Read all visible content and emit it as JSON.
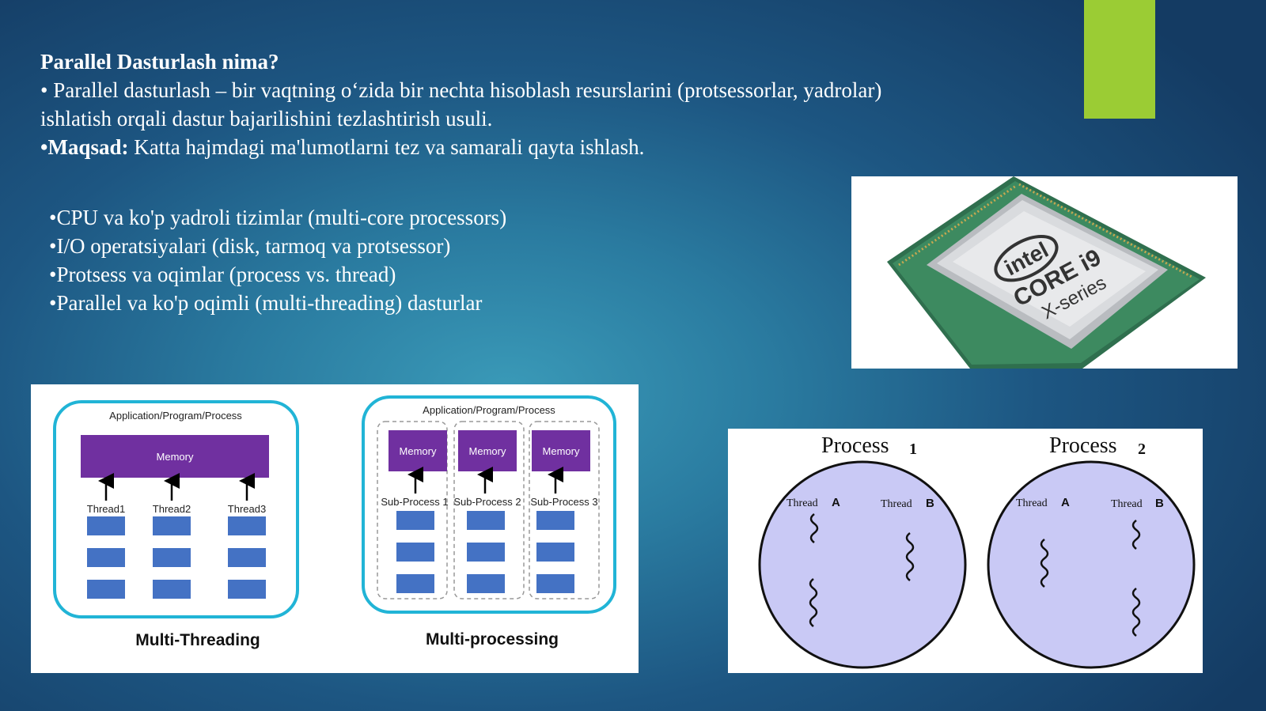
{
  "heading": "Parallel Dasturlash nima?",
  "definition": "• Parallel dasturlash – bir vaqtning o‘zida bir nechta hisoblash resurslarini (protsessorlar, yadrolar) ishlatish orqali dastur bajarilishini tezlashtirish usuli.",
  "goal": {
    "label": "•Maqsad:",
    "text": " Katta hajmdagi ma'lumotlarni tez va samarali qayta ishlash."
  },
  "topics": [
    "•CPU va ko'p yadroli tizimlar (multi-core processors)",
    "•I/O operatsiyalari (disk, tarmoq va protsessor)",
    "•Protsess va oqimlar (process vs. thread)",
    "•Parallel va ko'p oqimli (multi-threading) dasturlar"
  ],
  "cpu_image": {
    "brand": "intel",
    "model": "CORE i9",
    "series": "X-series"
  },
  "threading_diagram": {
    "box_title": "Application/Program/Process",
    "memory": "Memory",
    "threads": [
      "Thread1",
      "Thread2",
      "Thread3"
    ],
    "caption": "Multi-Threading"
  },
  "processing_diagram": {
    "box_title": "Application/Program/Process",
    "memory": "Memory",
    "subprocesses": [
      "Sub-Process 1",
      "Sub-Process 2",
      "Sub-Process 3"
    ],
    "caption": "Multi-processing"
  },
  "process_diagram": {
    "processes": [
      {
        "title": "Process",
        "number": "1",
        "threads": [
          "Thread",
          "A",
          "Thread",
          "B"
        ]
      },
      {
        "title": "Process",
        "number": "2",
        "threads": [
          "Thread",
          "A",
          "Thread",
          "B"
        ]
      }
    ]
  },
  "colors": {
    "accent": "#9bcc34",
    "memory": "#7030a0",
    "block": "#4472c4",
    "frame": "#21b4d6",
    "process_fill": "#c9c9f5"
  }
}
